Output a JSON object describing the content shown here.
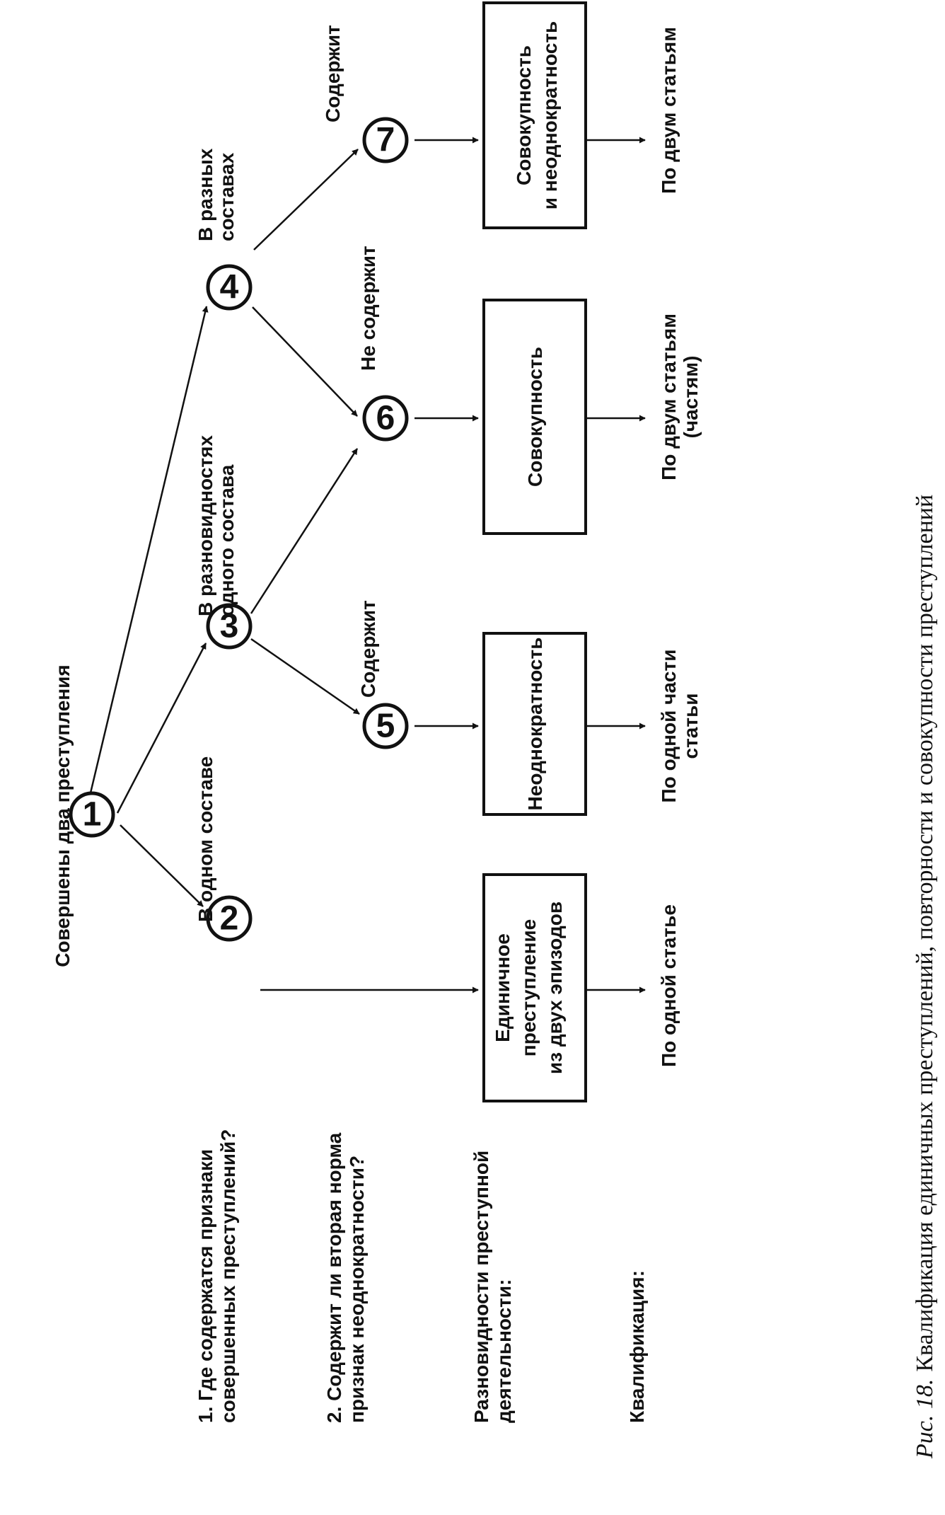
{
  "title": "Совершены два преступления",
  "questions": {
    "q1": [
      "1. Где содержатся признаки",
      "совершенных преступлений?"
    ],
    "q2": [
      "2. Содержит ли вторая норма",
      "признак неоднократности?"
    ],
    "varieties": [
      "Разновидности преступной",
      "деятельности:"
    ],
    "qualification": "Квалификация:"
  },
  "nodes": [
    "1",
    "2",
    "3",
    "4",
    "5",
    "6",
    "7"
  ],
  "edge_labels": {
    "one_composition": "В одном составе",
    "varieties_one": [
      "В разновидностях",
      "одного состава"
    ],
    "different": [
      "В разных",
      "составах"
    ],
    "contains_5": "Содержит",
    "not_contains_6": "Не содержит",
    "contains_7": "Содержит"
  },
  "boxes": {
    "single": [
      "Единичное",
      "преступление",
      "из двух эпизодов"
    ],
    "repetition": "Неоднократность",
    "aggregate": "Совокупность",
    "aggregate_repetition": [
      "Совокупность",
      "и неоднократность"
    ]
  },
  "qualifications": {
    "q_single": "По одной статье",
    "q_repetition": [
      "По одной части",
      "статьи"
    ],
    "q_aggregate": [
      "По двум статьям",
      "(частям)"
    ],
    "q_aggregate_rep": "По двум статьям"
  },
  "caption": {
    "label": "Рис. 18.",
    "text": "Квалификация единичных преступлений, повторности и совокупности преступлений"
  }
}
